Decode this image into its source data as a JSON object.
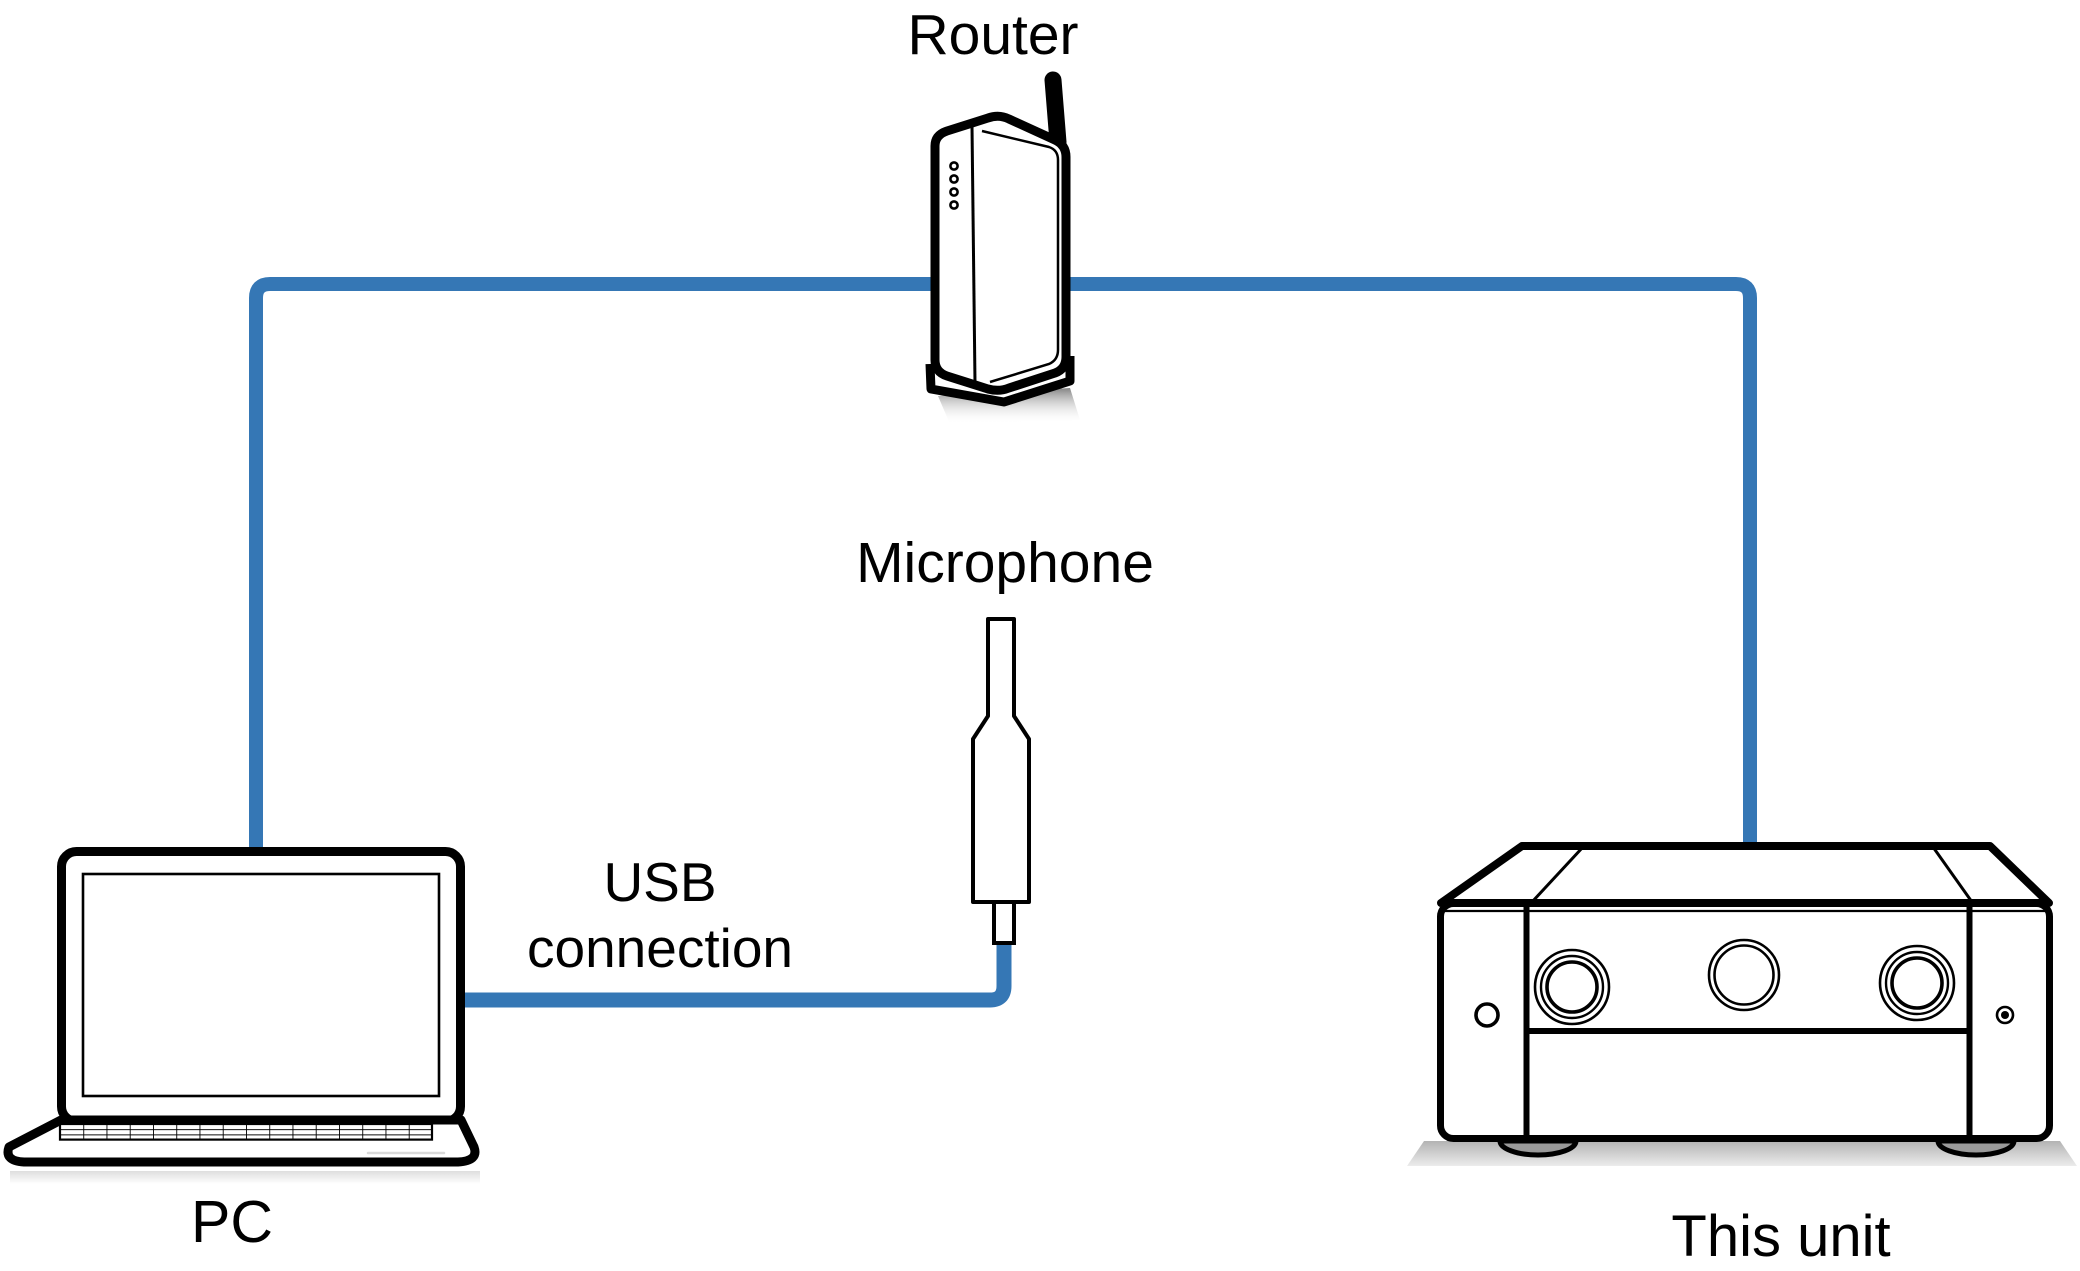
{
  "diagram": {
    "type": "connection-diagram"
  },
  "labels": {
    "router": "Router",
    "microphone": "Microphone",
    "usb_line1": "USB",
    "usb_line2": "connection",
    "pc": "PC",
    "this_unit": "This unit"
  },
  "colors": {
    "cable_blue": "#3577B5",
    "ink": "#000000",
    "background": "#FFFFFF"
  },
  "connections": [
    {
      "from": "PC",
      "to": "Router",
      "cable": "network"
    },
    {
      "from": "Router",
      "to": "This unit",
      "cable": "network"
    },
    {
      "from": "PC",
      "to": "Microphone",
      "cable": "USB",
      "label": "USB connection"
    }
  ]
}
